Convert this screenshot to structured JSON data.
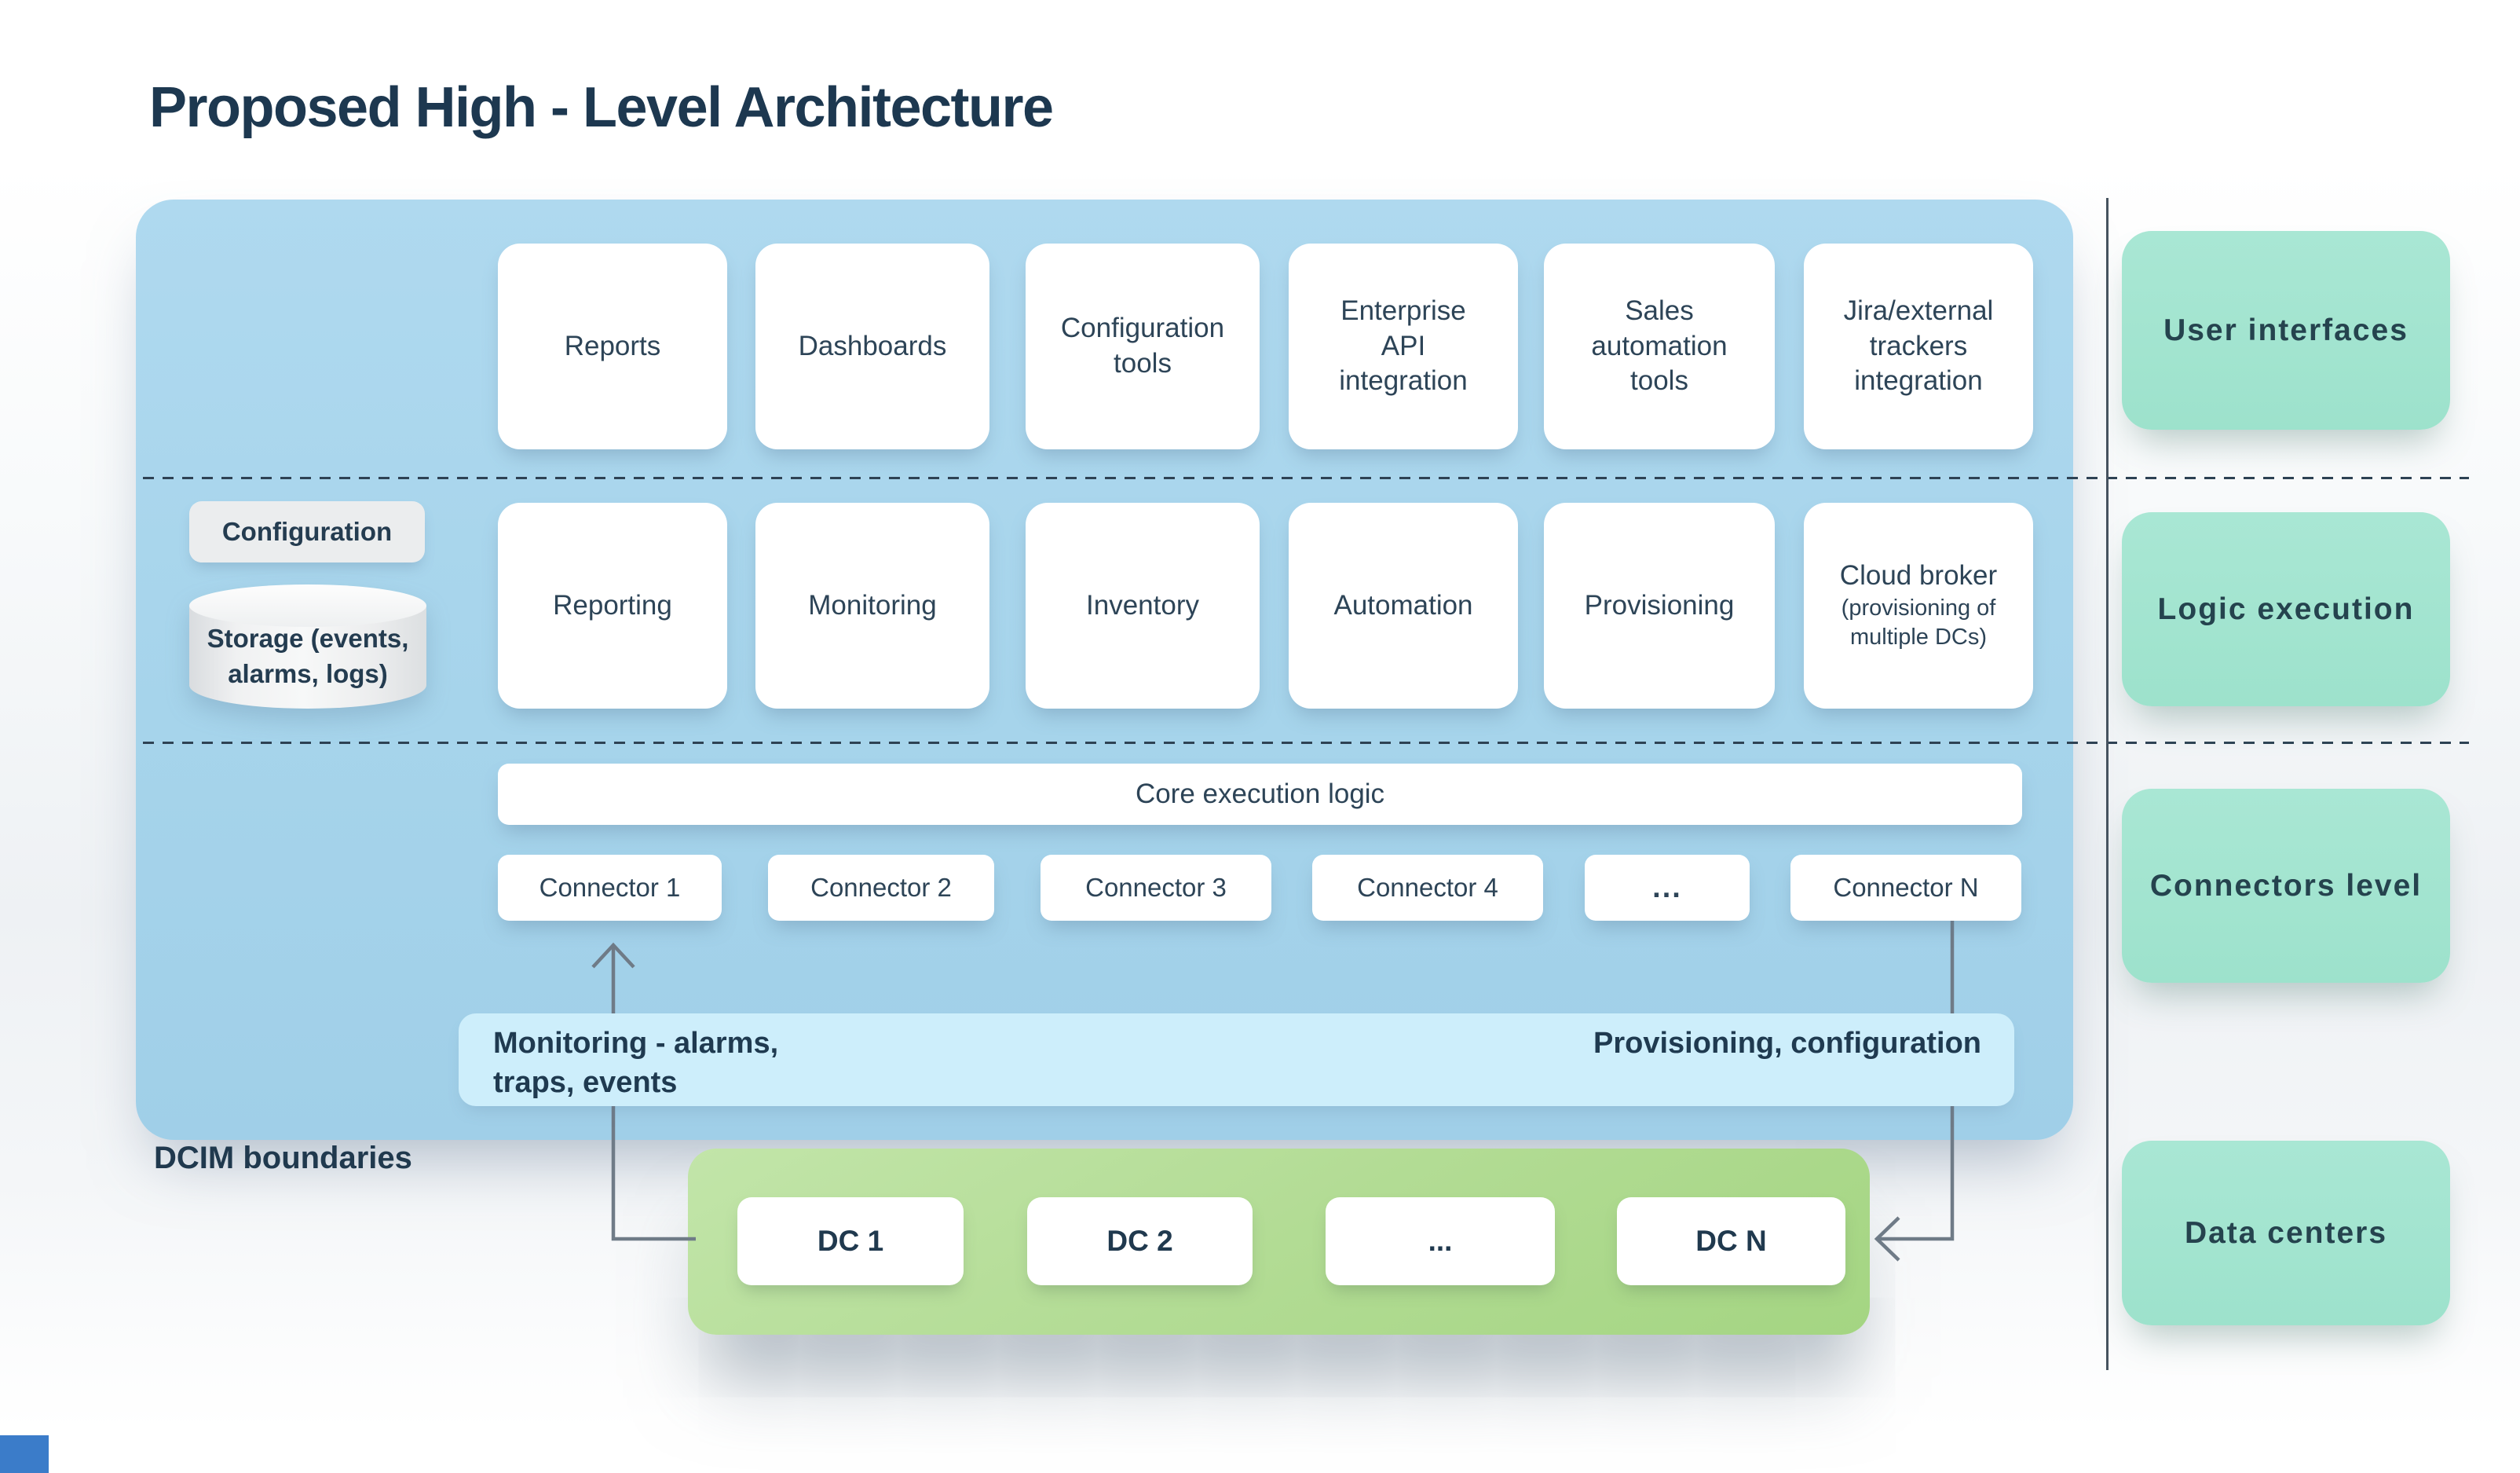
{
  "title": "Proposed High - Level Architecture",
  "dcim_label": "DCIM boundaries",
  "layers": {
    "user_interfaces": {
      "label": "User interfaces",
      "boxes": [
        "Reports",
        "Dashboards",
        "Configuration\ntools",
        "Enterprise\nAPI\nintegration",
        "Sales\nautomation\ntools",
        "Jira/external\ntrackers\nintegration"
      ]
    },
    "logic_execution": {
      "label": "Logic execution",
      "configuration_label": "Configuration",
      "storage_label": "Storage (events,\nalarms, logs)",
      "boxes": [
        "Reporting",
        "Monitoring",
        "Inventory",
        "Automation",
        "Provisioning"
      ],
      "cloud_broker": {
        "name": "Cloud broker",
        "note": "(provisioning of\nmultiple DCs)"
      }
    },
    "connectors_level": {
      "label": "Connectors level",
      "core_bar": "Core execution logic",
      "connectors": [
        "Connector 1",
        "Connector 2",
        "Connector 3",
        "Connector 4",
        "...",
        "Connector N"
      ]
    },
    "data_centers": {
      "label": "Data centers",
      "dcs": [
        "DC 1",
        "DC 2",
        "...",
        "DC N"
      ]
    }
  },
  "flow_bar": {
    "monitoring": "Monitoring - alarms,\ntraps, events",
    "provisioning": "Provisioning, configuration"
  },
  "colors": {
    "container_blue": "#a9d6ec",
    "flow_bar_cyan": "#cdeefb",
    "dc_green": "#b3dc95",
    "legend_teal": "#a4e5d1",
    "text_navy": "#22394d",
    "arrow_gray": "#6f7b87",
    "corner_accent_blue": "#3b7cc9"
  }
}
